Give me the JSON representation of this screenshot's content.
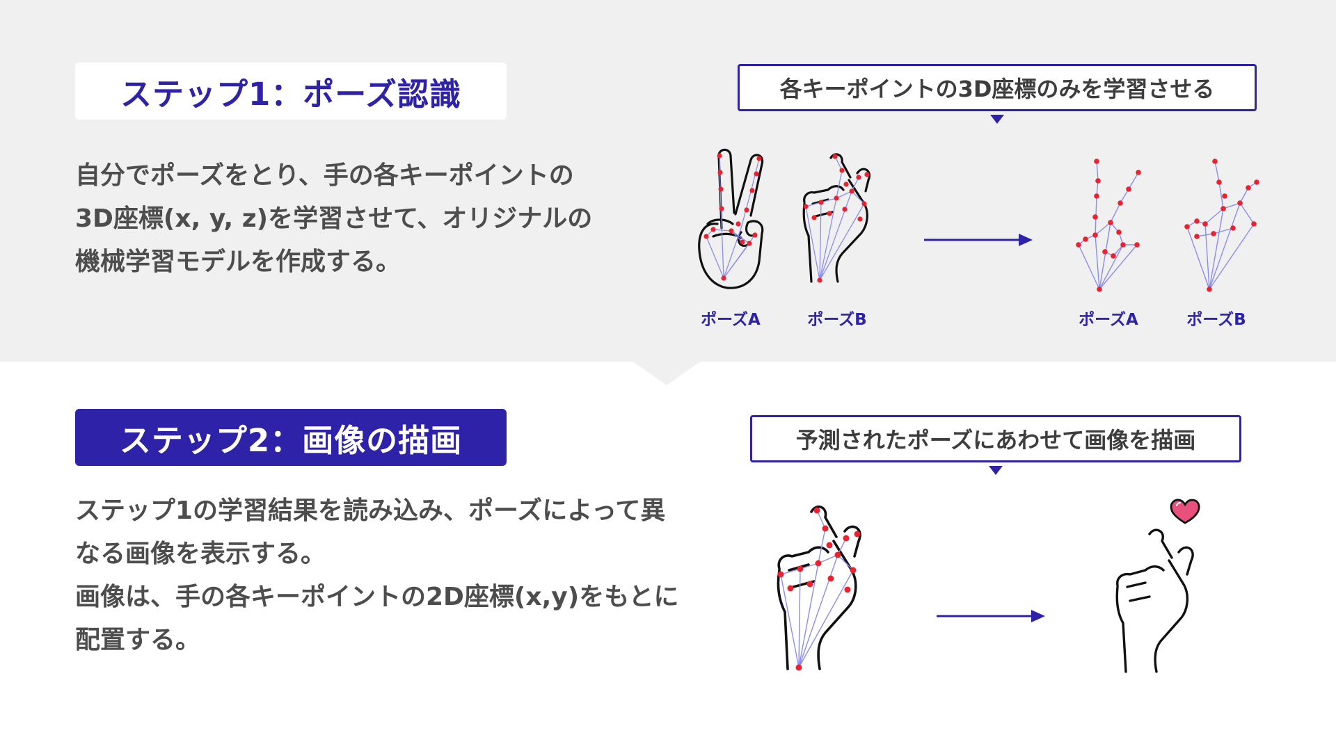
{
  "step1": {
    "label": "ステップ1：ポーズ認識",
    "description_lines": [
      "自分でポーズをとり、手の各キーポイントの",
      "3D座標(x, y, z)を学習させて、オリジナルの",
      "機械学習モデルを作成する。"
    ],
    "callout": "各キーポイントの3D座標のみを学習させる",
    "pose_labels": [
      "ポーズA",
      "ポーズB",
      "ポーズA",
      "ポーズB"
    ]
  },
  "step2": {
    "label": "ステップ2：画像の描画",
    "description_lines": [
      "ステップ1の学習結果を読み込み、ポーズによって異",
      "なる画像を表示する。",
      "画像は、手の各キーポイントの2D座標(x,y)をもとに",
      "配置する。"
    ],
    "callout": "予測されたポーズにあわせて画像を描画"
  },
  "colors": {
    "accent": "#2e22a8",
    "panel_background": "#f0f0f0",
    "keypoint": "#e8232f",
    "skeleton": "#8c8cf0",
    "heart": "#e8507e"
  },
  "icons": {
    "hand_v_sign": "hand-v-sign-icon",
    "hand_finger_heart": "hand-finger-heart-icon",
    "skeleton_v_sign": "keypoint-skeleton-pose-a-icon",
    "skeleton_finger_heart": "keypoint-skeleton-pose-b-icon",
    "heart": "heart-icon",
    "arrow": "right-arrow-icon"
  }
}
